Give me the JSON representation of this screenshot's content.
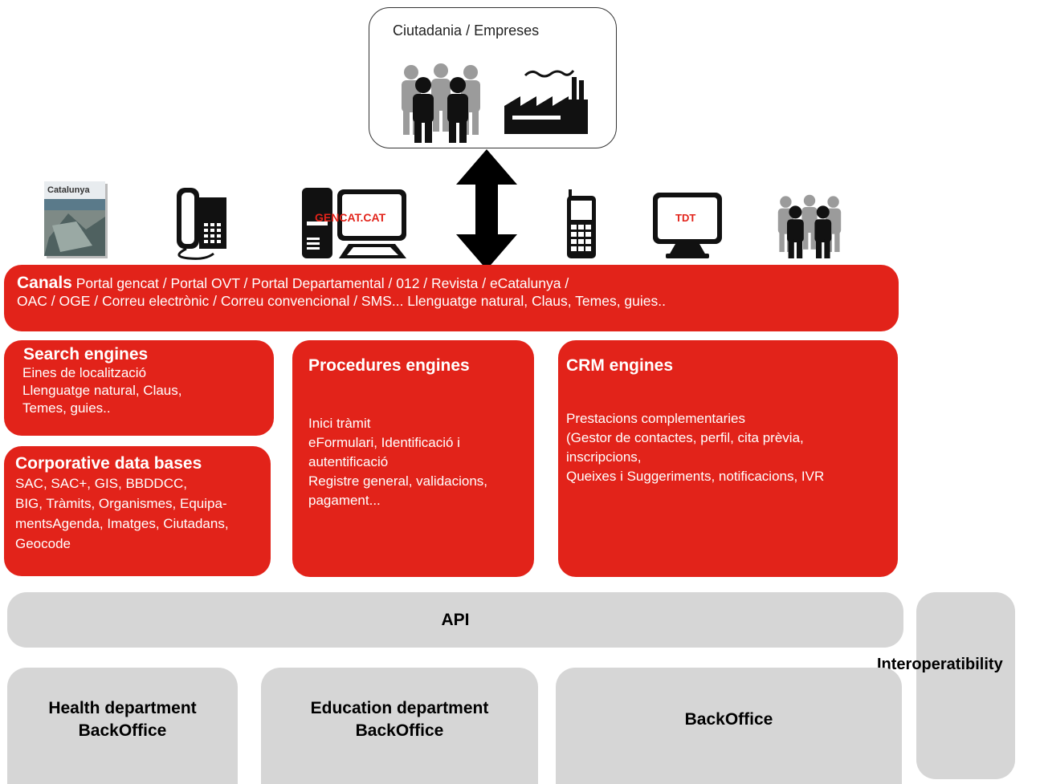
{
  "top": {
    "label": "Ciutadania / Empreses"
  },
  "icons": {
    "magazine_label": "Catalunya",
    "computer_label": "GENCAT.CAT",
    "tv_label": "TDT"
  },
  "canals": {
    "title": "Canals",
    "line1": "Portal gencat  /  Portal OVT  / Portal Departamental  / 012  / Revista  / eCatalunya /",
    "line2": "OAC / OGE / Correu electrònic / Correu convencional / SMS... Llenguatge natural, Claus, Temes, guies.."
  },
  "search": {
    "title": "Search engines",
    "lines": [
      "Eines de localització",
      "Llenguatge natural, Claus,",
      "Temes, guies.."
    ]
  },
  "corporative": {
    "title": "Corporative data bases",
    "lines": [
      "SAC, SAC+, GIS, BBDDCC,",
      "BIG, Tràmits, Organismes, Equipa-",
      "mentsAgenda, Imatges, Ciutadans,",
      "Geocode"
    ]
  },
  "procedures": {
    "title": "Procedures engines",
    "lines": [
      "Inici tràmit",
      "eFormulari, Identificació i",
      "autentificació",
      "Registre general, validacions,",
      "pagament..."
    ]
  },
  "crm": {
    "title": "CRM engines",
    "lines": [
      "Prestacions complementaries",
      "(Gestor de contactes, perfil, cita prèvia,",
      "inscripcions,",
      "Queixes i Suggeriments, notificacions, IVR"
    ]
  },
  "api": {
    "label": "API"
  },
  "interop": {
    "label": "Interoperatibility"
  },
  "backoffices": {
    "health": [
      "Health department",
      "BackOffice"
    ],
    "education": [
      "Education department",
      "BackOffice"
    ],
    "generic": "BackOffice"
  }
}
